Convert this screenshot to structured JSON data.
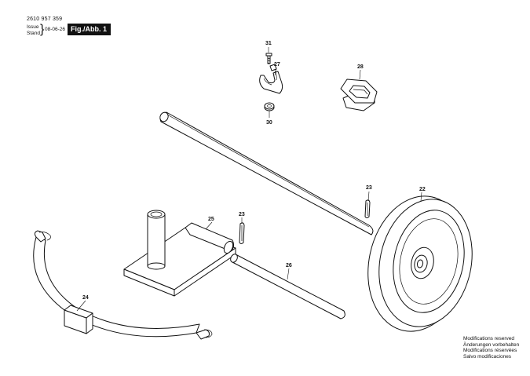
{
  "header": {
    "doc_number": "2610 957 359",
    "issue_label": "Issue",
    "stand_label": "Stand",
    "date": "08-06-26",
    "figure_label": "Fig./Abb. 1"
  },
  "callouts": {
    "c31": "31",
    "c27": "27",
    "c30": "30",
    "c28": "28",
    "c23a": "23",
    "c23b": "23",
    "c22": "22",
    "c25": "25",
    "c26": "26",
    "c24": "24"
  },
  "footer": {
    "lines": [
      "Modifications reserved",
      "Änderungen vorbehalten",
      "Modifications réservées",
      "Salvo modificaciones"
    ]
  }
}
